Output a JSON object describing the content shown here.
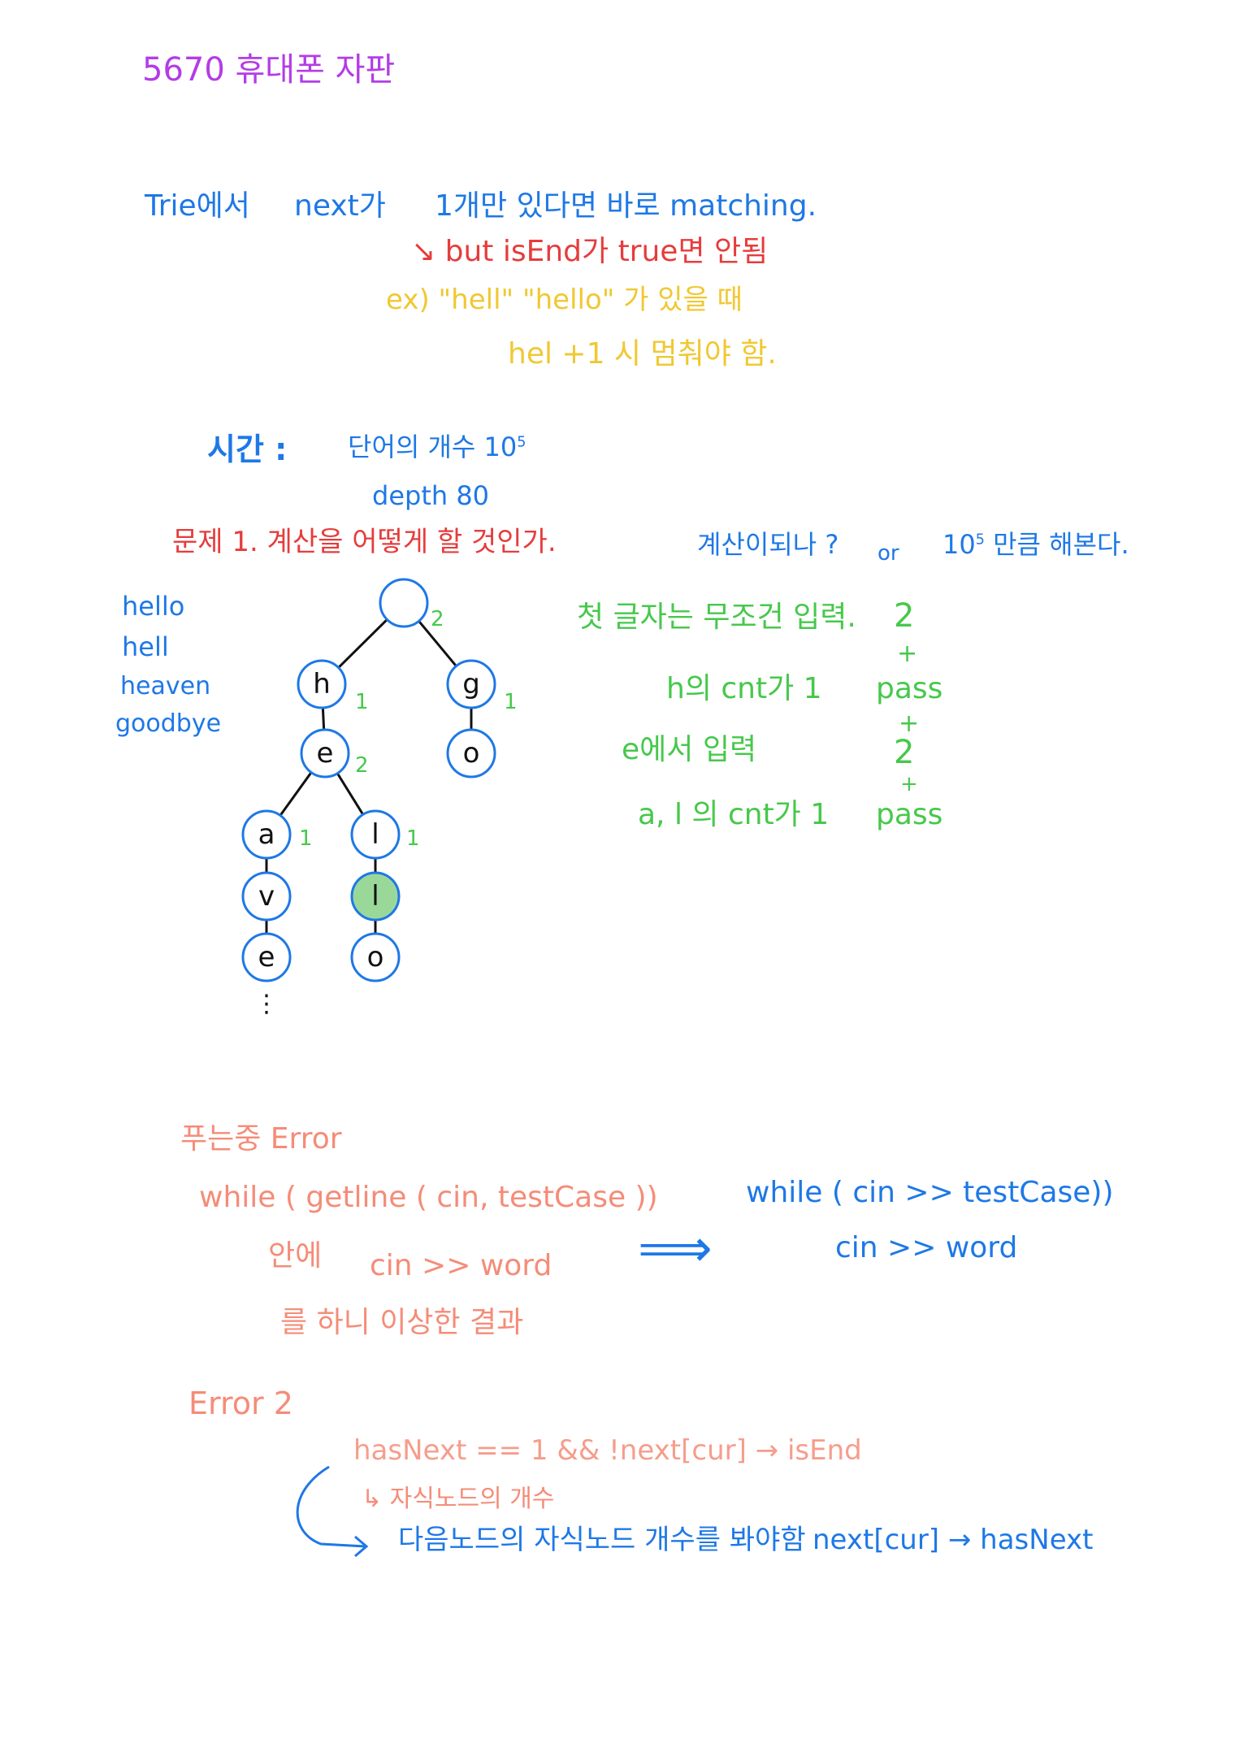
{
  "title": "5670 휴대폰 자판",
  "notes": {
    "l1a": "Trie에서",
    "l1b": "next가",
    "l1c": "1개만 있다면 바로 matching.",
    "l2": "↘ but  isEnd가 true면 안됨",
    "l3": "ex)  \"hell\"  \"hello\" 가 있을 때",
    "l4": "hel  +1  시 멈춰야 함."
  },
  "time": {
    "label": "시간 :",
    "words": "단어의 개수 10",
    "words_exp": "5",
    "depth": "depth 80"
  },
  "problem": {
    "q": "문제 1.  계산을 어떻게 할 것인가.",
    "r1": "계산이되나 ?",
    "r2": "or",
    "r3": "10",
    "r3_exp": "5",
    "r4": "만큼 해본다."
  },
  "word_list": [
    "hello",
    "hell",
    "heaven",
    "goodbye"
  ],
  "tree": {
    "nodes": [
      {
        "label": "",
        "cnt": "2"
      },
      {
        "label": "h",
        "cnt": "1"
      },
      {
        "label": "g",
        "cnt": "1"
      },
      {
        "label": "e",
        "cnt": "2"
      },
      {
        "label": "o",
        "cnt": ""
      },
      {
        "label": "a",
        "cnt": "1"
      },
      {
        "label": "l",
        "cnt": "1"
      },
      {
        "label": "v",
        "cnt": ""
      },
      {
        "label": "l",
        "cnt": "",
        "highlighted": true
      },
      {
        "label": "e",
        "cnt": ""
      },
      {
        "label": "o",
        "cnt": ""
      }
    ],
    "ellipsis": "⋮"
  },
  "steps": {
    "s1": "첫 글자는 무조건 입력.",
    "s2": "h의 cnt가 1",
    "s3": "e에서  입력",
    "s4": "a, l 의 cnt가 1",
    "c1": "2",
    "c2": "+",
    "c3": "pass",
    "c4": "+",
    "c5": "2",
    "c6": "+",
    "c7": "pass"
  },
  "error1": {
    "title": "푸는중 Error",
    "code": "while ( getline ( cin, testCase ))",
    "inside_a": "안에",
    "inside_b": "cin >> word",
    "result": "를 하니 이상한 결과",
    "arrow": "⟹",
    "fix1": "while ( cin >> testCase))",
    "fix2": "cin >> word"
  },
  "error2": {
    "title": "Error 2",
    "code": "hasNext  == 1 && !next[cur] → isEnd",
    "note": "↳ 자식노드의 개수",
    "fix": "다음노드의 자식노드 개수를 봐야함",
    "fix_code": "next[cur] → hasNext"
  },
  "colors": {
    "title": "#b43ce6",
    "blue": "#1e78e6",
    "red": "#e63c3c",
    "yellow": "#f0c832",
    "green": "#46c84b",
    "orange": "#f58c78"
  }
}
